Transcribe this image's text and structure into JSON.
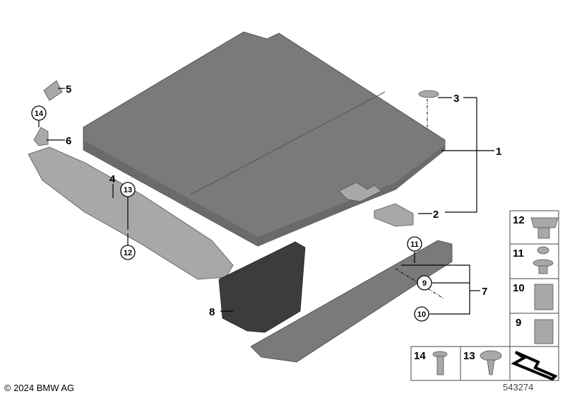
{
  "copyright": "© 2024 BMW AG",
  "diagram_id": "543274",
  "callouts": {
    "p1": "1",
    "p2": "2",
    "p3": "3",
    "p4": "4",
    "p5": "5",
    "p6": "6",
    "p7": "7",
    "p8": "8",
    "c9": "9",
    "c10": "10",
    "c11": "11",
    "c12": "12",
    "c13": "13",
    "c14": "14"
  },
  "legend": {
    "r12": "12",
    "r11": "11",
    "r10": "10",
    "r9": "9",
    "b14": "14",
    "b13": "13"
  }
}
